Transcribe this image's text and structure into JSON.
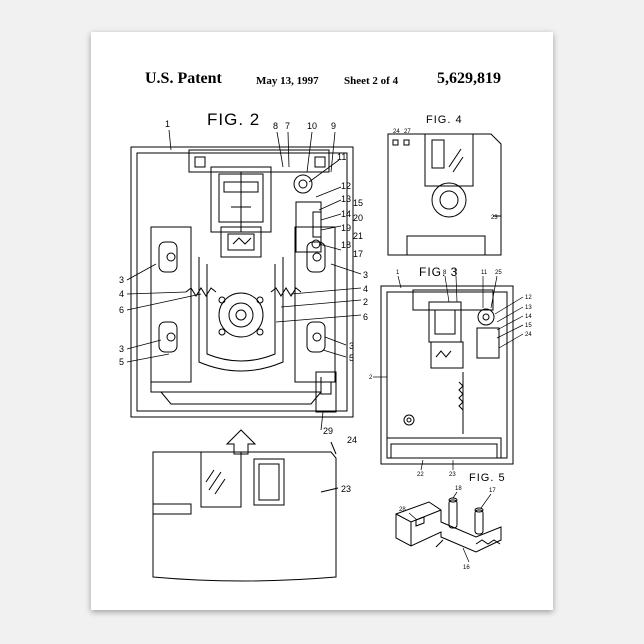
{
  "header": {
    "patent_label": "U.S. Patent",
    "date": "May 13, 1997",
    "sheet": "Sheet 2 of 4",
    "patent_number": "5,629,819"
  },
  "figures": {
    "fig2": "FIG. 2",
    "fig3": "FIG. 3",
    "fig4": "FIG. 4",
    "fig5": "FIG. 5"
  },
  "fig2_numbers": {
    "top": [
      "1",
      "8",
      "7",
      "10",
      "9",
      "11"
    ],
    "right": [
      "12",
      "13",
      "15",
      "14",
      "20",
      "19",
      "21",
      "18",
      "17",
      "3",
      "4",
      "2",
      "6",
      "3",
      "5",
      "29"
    ],
    "left": [
      "3",
      "4",
      "6",
      "3",
      "5"
    ],
    "cartridge": [
      "24",
      "23"
    ]
  },
  "fig3_numbers": [
    "1",
    "8",
    "7",
    "11",
    "25",
    "12",
    "13",
    "14",
    "15",
    "24",
    "2",
    "22",
    "23"
  ],
  "fig4_numbers": [
    "24",
    "27",
    "23"
  ],
  "fig5_numbers": [
    "18",
    "17",
    "28",
    "16"
  ]
}
